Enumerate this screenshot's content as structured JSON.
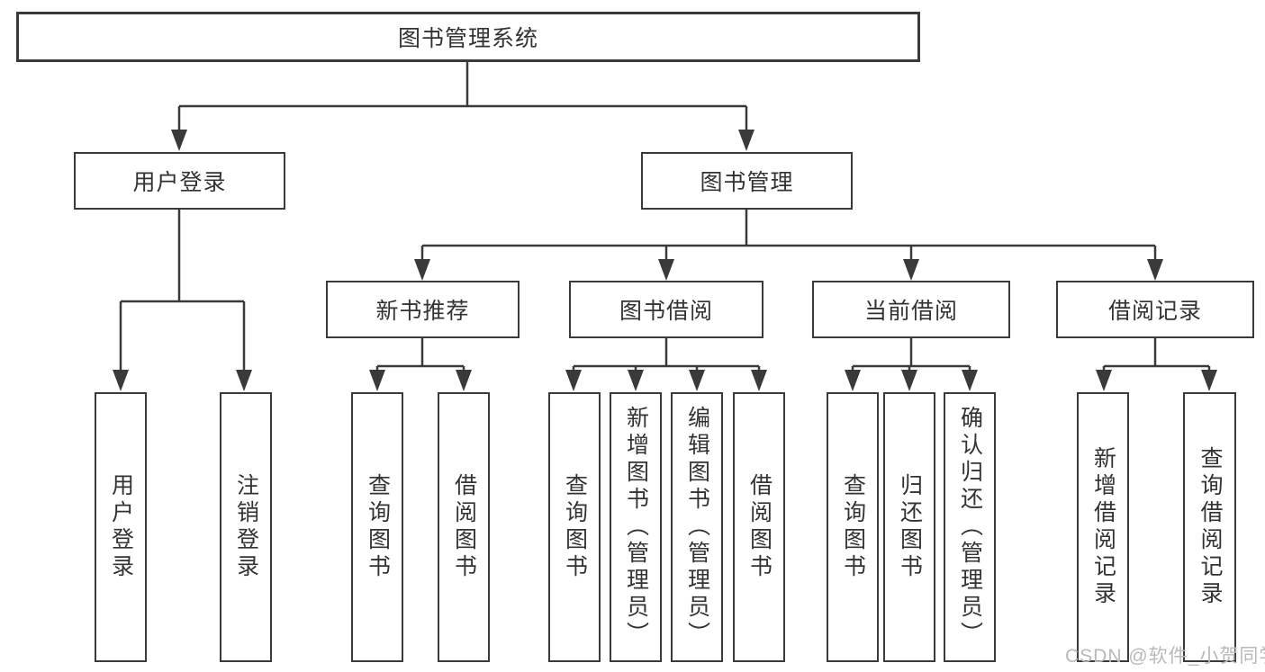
{
  "tree": {
    "root": "图书管理系统",
    "children": [
      {
        "label": "用户登录",
        "children": [
          {
            "label": "用户登录"
          },
          {
            "label": "注销登录"
          }
        ]
      },
      {
        "label": "图书管理",
        "children": [
          {
            "label": "新书推荐",
            "children": [
              {
                "label": "查询图书"
              },
              {
                "label": "借阅图书"
              }
            ]
          },
          {
            "label": "图书借阅",
            "children": [
              {
                "label": "查询图书"
              },
              {
                "label": "新增图书（管理员）"
              },
              {
                "label": "编辑图书（管理员）"
              },
              {
                "label": "借阅图书"
              }
            ]
          },
          {
            "label": "当前借阅",
            "children": [
              {
                "label": "查询图书"
              },
              {
                "label": "归还图书"
              },
              {
                "label": "确认归还（管理员）"
              }
            ]
          },
          {
            "label": "借阅记录",
            "children": [
              {
                "label": "新增借阅记录"
              },
              {
                "label": "查询借阅记录"
              }
            ]
          }
        ]
      }
    ]
  },
  "watermark": "CSDN @软件_小贺同学",
  "colors": {
    "line": "#3a3a3a",
    "text": "#333333",
    "watermark": "#b9b9b9",
    "background": "#ffffff"
  }
}
